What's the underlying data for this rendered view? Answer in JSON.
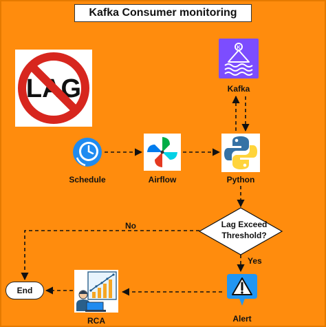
{
  "title": "Kafka Consumer monitoring",
  "nodes": {
    "lag": {
      "text": "LAG",
      "icon": "no-lag-sign-icon"
    },
    "kafka": {
      "label": "Kafka",
      "icon": "kafka-icon",
      "badge": "K"
    },
    "schedule": {
      "label": "Schedule",
      "icon": "schedule-clock-icon"
    },
    "airflow": {
      "label": "Airflow",
      "icon": "airflow-pinwheel-icon"
    },
    "python": {
      "label": "Python",
      "icon": "python-logo-icon"
    },
    "decision": {
      "line1": "Lag Exceed",
      "line2": "Threshold?"
    },
    "alert": {
      "label": "Alert",
      "icon": "alert-warning-icon"
    },
    "rca": {
      "label": "RCA",
      "icon": "rca-analyst-icon"
    },
    "end": {
      "label": "End"
    }
  },
  "edges": {
    "no": "No",
    "yes": "Yes"
  },
  "colors": {
    "background": "#ff8c0d",
    "no_sign": "#d7261e",
    "kafka_bg": "#7c4dff",
    "schedule_blue": "#1f8bf0",
    "python_blue": "#3572a5",
    "python_yellow": "#ffd43b",
    "alert_blue": "#2196f3"
  }
}
